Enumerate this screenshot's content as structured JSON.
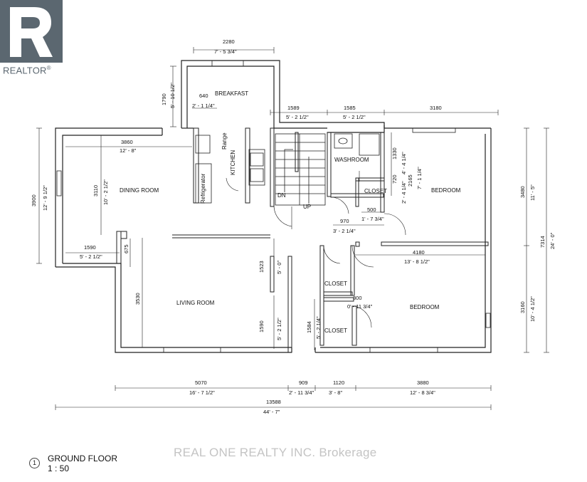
{
  "logo": {
    "text": "REALTOR",
    "mark": "®",
    "color": "#5b6770"
  },
  "watermark": "REAL ONE REALTY INC. Brokerage",
  "title_block": {
    "number": "1",
    "title": "GROUND FLOOR",
    "scale": "1 : 50"
  },
  "rooms": {
    "breakfast": "BREAKFAST",
    "kitchen": "KITCHEN",
    "range": "Range",
    "refrigerator": "Refrigerator",
    "dining": "DINING ROOM",
    "living": "LIVING ROOM",
    "washroom": "WASHROOM",
    "closet": "CLOSET",
    "bedroom": "BEDROOM",
    "dn": "DN",
    "up": "UP"
  },
  "dims": {
    "d2280": "2280",
    "d7_5_34": "7' - 5 3/4\"",
    "d1790": "1790",
    "d5_10_12": "5' - 10 1/2\"",
    "d640": "640",
    "d2_1_14": "2' - 1 1/4\"",
    "d1589": "1589",
    "d5_2_12a": "5' - 2 1/2\"",
    "d1585": "1585",
    "d5_2_12b": "5' - 2 1/2\"",
    "d3180": "3180",
    "d3860": "3860",
    "d12_8": "12' - 8\"",
    "d3110": "3110",
    "d10_2_12": "10' - 2 1/2\"",
    "d3900": "3900",
    "d12_9_12": "12' - 9 1/2\"",
    "d1590a": "1590",
    "d5_2_12c": "5' - 2 1/2\"",
    "d675": "675",
    "d1523": "1523",
    "d5_0": "5' - 0\"",
    "d3530": "3530",
    "d1590b": "1590",
    "d5_2_12d": "5' - 2 1/2\"",
    "d1330": "1330",
    "d4_4_14": "4' - 4 1/4\"",
    "d720": "720",
    "d2_4_14": "2' - 4 1/4\"",
    "d2165": "2165",
    "d7_1_14": "7' - 1 1/4\"",
    "d970": "970",
    "d3_2_14": "3' - 2 1/4\"",
    "d500": "500",
    "d1_7_34": "1' - 7 3/4\"",
    "d4180": "4180",
    "d13_8_12": "13' - 8 1/2\"",
    "d3480": "3480",
    "d11_5": "11' - 5\"",
    "d7314": "7314",
    "d24_0": "24' - 0\"",
    "d3160": "3160",
    "d10_4_12": "10' - 4 1/2\"",
    "d300": "300",
    "d0_11_34": "0' - 11 3/4\"",
    "d1584": "1584",
    "d5_2_14": "5' - 2 1/4\"",
    "d5070": "5070",
    "d16_7_12": "16' - 7 1/2\"",
    "d909": "909",
    "d2_11_34": "2' - 11 3/4\"",
    "d1120": "1120",
    "d3_8": "3' - 8\"",
    "d3880": "3880",
    "d12_8_34": "12' - 8 3/4\"",
    "d13588": "13588",
    "d44_7": "44' - 7\""
  }
}
